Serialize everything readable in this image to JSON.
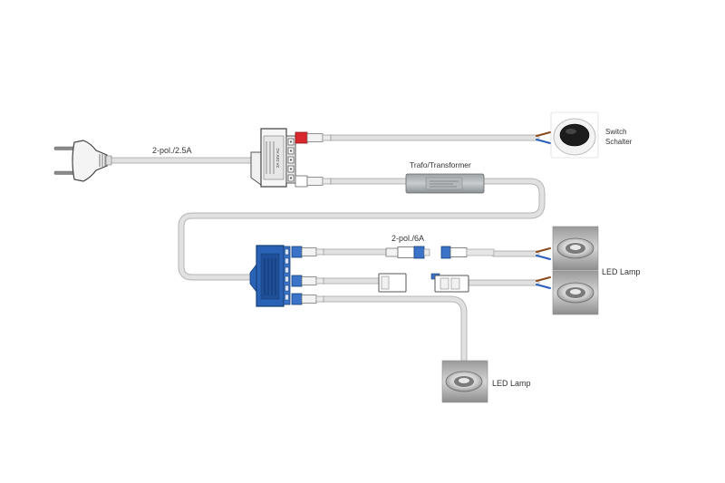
{
  "labels": {
    "power_cable": "2-pol./2.5A",
    "transformer": "Trafo/Transformer",
    "lamp_cable": "2-pol./6A",
    "switch_line1": "Switch",
    "switch_line2": "Schalter",
    "led_lamp_right": "LED Lamp",
    "led_lamp_bottom": "LED Lamp"
  },
  "colors": {
    "cable": "#d9d9d9",
    "cable_outline": "#b5b5b5",
    "distributor_blue": "#2a63b5",
    "connector_blue": "#3a73c8",
    "connector_red": "#d8282e",
    "wire_brown": "#8a4a1c",
    "wire_blue": "#2a5dba"
  }
}
